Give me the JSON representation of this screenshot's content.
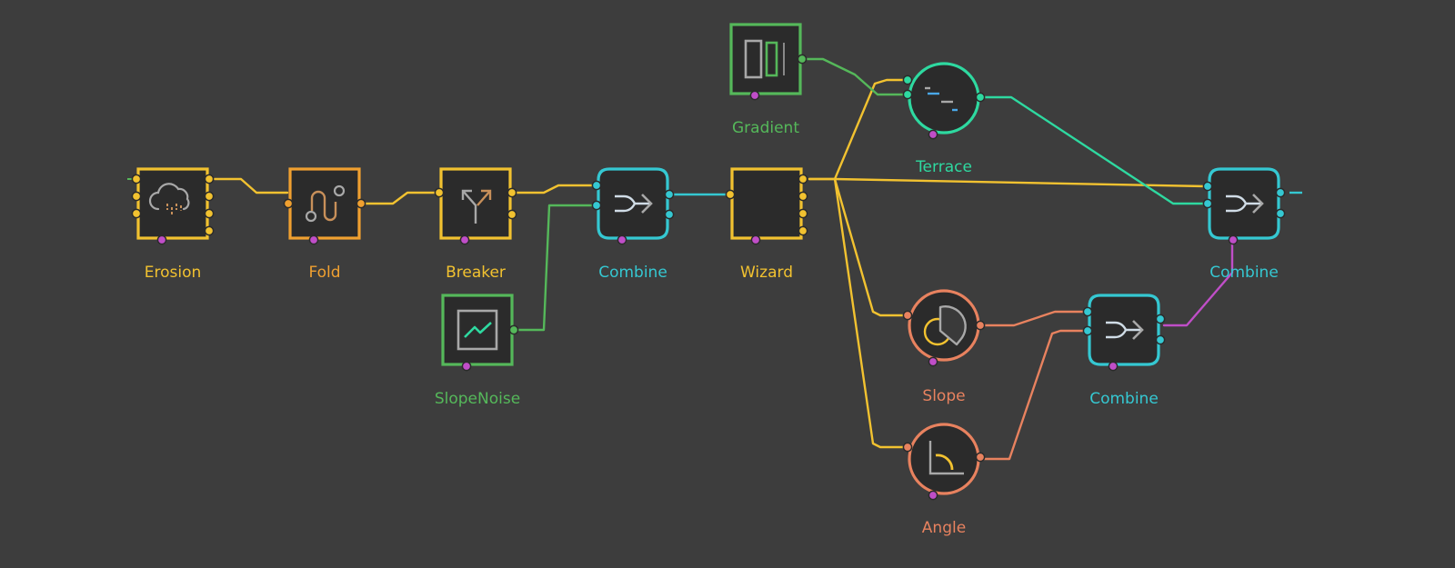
{
  "graph": {
    "background": "#3d3d3d",
    "colors": {
      "yellow": "#f2c230",
      "orange": "#f0a030",
      "cyan": "#35c8d2",
      "green": "#55b85a",
      "teal": "#2ed9a0",
      "salmon": "#e8825f",
      "magenta": "#c04ec8",
      "node_fill": "#2b2b2b",
      "icon_grey": "#a8a8a8",
      "icon_light": "#d0dce6",
      "icon_blue": "#4aa8e8",
      "icon_tan": "#c8905a"
    },
    "nodes": [
      {
        "id": "erosion",
        "label": "Erosion",
        "shape": "square",
        "color": "yellow",
        "icon": "cloud-rain-icon"
      },
      {
        "id": "fold",
        "label": "Fold",
        "shape": "square",
        "color": "orange",
        "icon": "fold-path-icon"
      },
      {
        "id": "breaker",
        "label": "Breaker",
        "shape": "square",
        "color": "yellow",
        "icon": "split-arrow-icon"
      },
      {
        "id": "combine1",
        "label": "Combine",
        "shape": "rounded",
        "color": "cyan",
        "icon": "merge-arrow-icon"
      },
      {
        "id": "wizard",
        "label": "Wizard",
        "shape": "square",
        "color": "yellow",
        "icon": "blank-icon"
      },
      {
        "id": "slopenoise",
        "label": "SlopeNoise",
        "shape": "square",
        "color": "green",
        "icon": "noise-graph-icon"
      },
      {
        "id": "gradient",
        "label": "Gradient",
        "shape": "square",
        "color": "green",
        "icon": "gradient-bars-icon"
      },
      {
        "id": "terrace",
        "label": "Terrace",
        "shape": "circle",
        "color": "teal",
        "icon": "terrace-steps-icon"
      },
      {
        "id": "combine_final",
        "label": "Combine",
        "shape": "rounded",
        "color": "cyan",
        "icon": "merge-arrow-icon"
      },
      {
        "id": "slope",
        "label": "Slope",
        "shape": "circle",
        "color": "salmon",
        "icon": "slope-pie-icon"
      },
      {
        "id": "angle",
        "label": "Angle",
        "shape": "circle",
        "color": "salmon",
        "icon": "angle-icon"
      },
      {
        "id": "combine2",
        "label": "Combine",
        "shape": "rounded",
        "color": "cyan",
        "icon": "merge-arrow-icon"
      }
    ],
    "edges": [
      {
        "from": "erosion",
        "to": "fold",
        "color": "yellow"
      },
      {
        "from": "fold",
        "to": "breaker",
        "color": "yellow"
      },
      {
        "from": "breaker",
        "to": "combine1",
        "color": "yellow"
      },
      {
        "from": "slopenoise",
        "to": "combine1",
        "color": "green"
      },
      {
        "from": "combine1",
        "to": "wizard",
        "color": "cyan"
      },
      {
        "from": "wizard",
        "to": "terrace",
        "color": "yellow"
      },
      {
        "from": "gradient",
        "to": "terrace",
        "color": "green"
      },
      {
        "from": "wizard",
        "to": "combine_final",
        "color": "yellow"
      },
      {
        "from": "terrace",
        "to": "combine_final",
        "color": "teal"
      },
      {
        "from": "wizard",
        "to": "slope",
        "color": "yellow"
      },
      {
        "from": "wizard",
        "to": "angle",
        "color": "yellow"
      },
      {
        "from": "slope",
        "to": "combine2",
        "color": "salmon"
      },
      {
        "from": "angle",
        "to": "combine2",
        "color": "salmon"
      },
      {
        "from": "combine2",
        "to": "combine_final",
        "color": "magenta"
      }
    ]
  }
}
